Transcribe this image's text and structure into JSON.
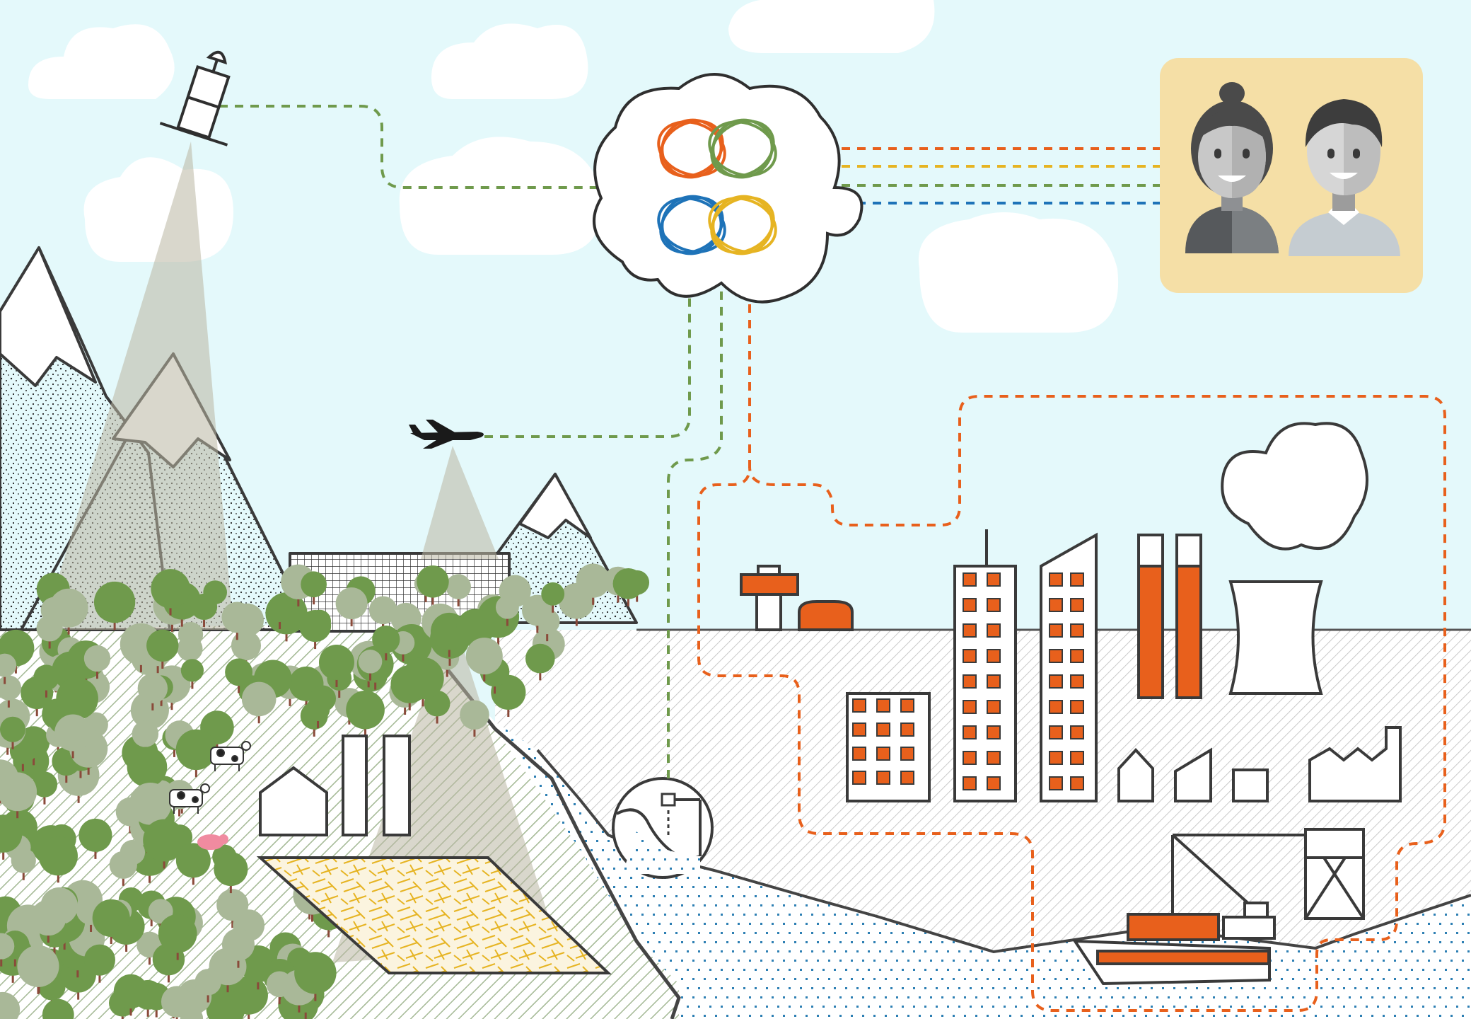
{
  "scene": {
    "sky_color": "#e4f9fb",
    "outline_color": "#3a3a3a",
    "water_dot_color": "#2d7fb3",
    "sand_color": "#f1d9a8"
  },
  "hub": {
    "icon": "four-petal-rosette-logo",
    "petal_colors": [
      "#e8601c",
      "#6f9a4c",
      "#1e73b8",
      "#e6b422"
    ]
  },
  "users_panel": {
    "icon": "two-user-avatars",
    "background": "#f5dfa6",
    "avatars": [
      "woman-avatar",
      "man-avatar"
    ]
  },
  "data_sources": [
    {
      "icon": "satellite-icon",
      "link_color": "#6f9a4c"
    },
    {
      "icon": "airplane-icon",
      "link_color": "#6f9a4c"
    },
    {
      "icon": "ocean-sensor-icon",
      "link_color": "#6f9a4c"
    },
    {
      "icon": "city-network-icon",
      "link_color": "#e8601c"
    }
  ],
  "landscape": {
    "regions": [
      "mountains",
      "forest",
      "farmland-pasture",
      "coastal-water",
      "urban-industrial"
    ],
    "animals": [
      "cow",
      "cow",
      "pig"
    ],
    "city_accent": "#e8601c",
    "forest_colors": [
      "#6f9a4c",
      "#a9b898",
      "#8a4a3a"
    ]
  }
}
